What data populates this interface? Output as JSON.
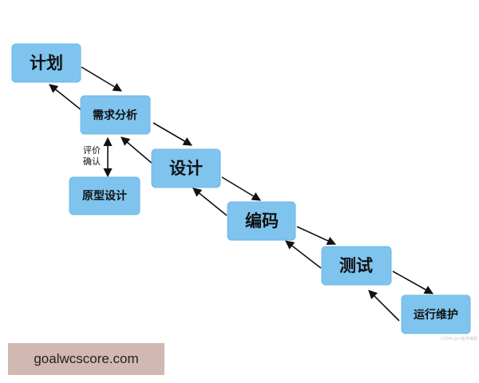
{
  "nodes": {
    "plan": "计划",
    "requirements": "需求分析",
    "prototype": "原型设计",
    "design": "设计",
    "coding": "编码",
    "testing": "测试",
    "maintenance": "运行维护"
  },
  "edge_label": {
    "line1": "评价",
    "line2": "确认"
  },
  "watermark": "CSDN @小鱼学编程",
  "banner": "goalwcscore.com",
  "colors": {
    "node_fill": "#7ec4ee",
    "arrow": "#111111",
    "banner_bg": "#d2b8b2"
  }
}
